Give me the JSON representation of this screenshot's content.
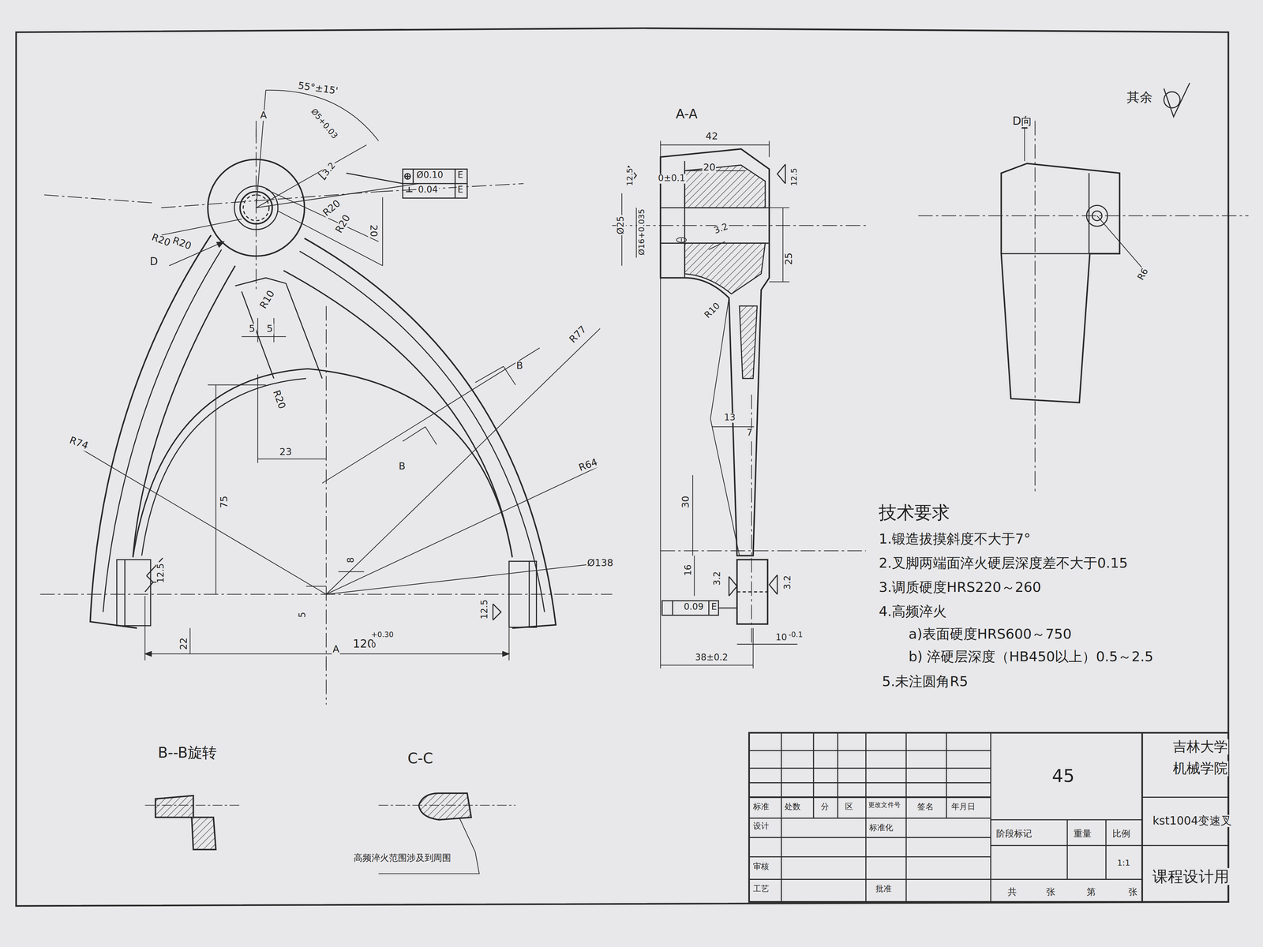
{
  "diagram": {
    "labels": [
      "55°±15'",
      "Ø5+0.03",
      "3.2",
      "Ø0.10",
      "E",
      "0.04",
      "E",
      "A",
      "R20",
      "R20",
      "20",
      "R20",
      "R20",
      "D",
      "R10",
      "5",
      "5",
      "R77",
      "B",
      "R20",
      "B",
      "23",
      "R74",
      "75",
      "R64",
      "8",
      "12.5",
      "Ø138",
      "12.5",
      "5",
      "22",
      "A",
      "120",
      "+0.30",
      "0",
      "B--B旋转",
      "C-C",
      "高频淬火范围涉及到周围",
      "A-A",
      "42",
      "12.5",
      "0±0.1",
      "20",
      "12.5",
      "Ø25",
      "Ø16+0.035",
      "3.2",
      "25",
      "R10",
      "13",
      "7",
      "30",
      "16",
      "3.2",
      "3.2",
      "0.09",
      "E",
      "10",
      "-0.1",
      "38±0.2",
      "D向",
      "R6",
      "其余",
      "技术要求",
      "1.锻造拔摸斜度不大于7°",
      "2.叉脚两端面淬火硬层深度差不大于0.15",
      "3.调质硬度HRS220～260",
      "4.高频淬火",
      "a)表面硬度HRS600～750",
      "b) 淬硬层深度（HB450以上）0.5～2.5",
      "5.未注圆角R5",
      "45",
      "吉林大学",
      "机械学院",
      "kst1004变速叉",
      "课程设计用",
      "标准",
      "处数",
      "分",
      "区",
      "更改文件号",
      "签名",
      "年月日",
      "设计",
      "标准化",
      "阶段标记",
      "重量",
      "比例",
      "审核",
      "1:1",
      "工艺",
      "批准",
      "共",
      "张",
      "第",
      "张"
    ]
  }
}
